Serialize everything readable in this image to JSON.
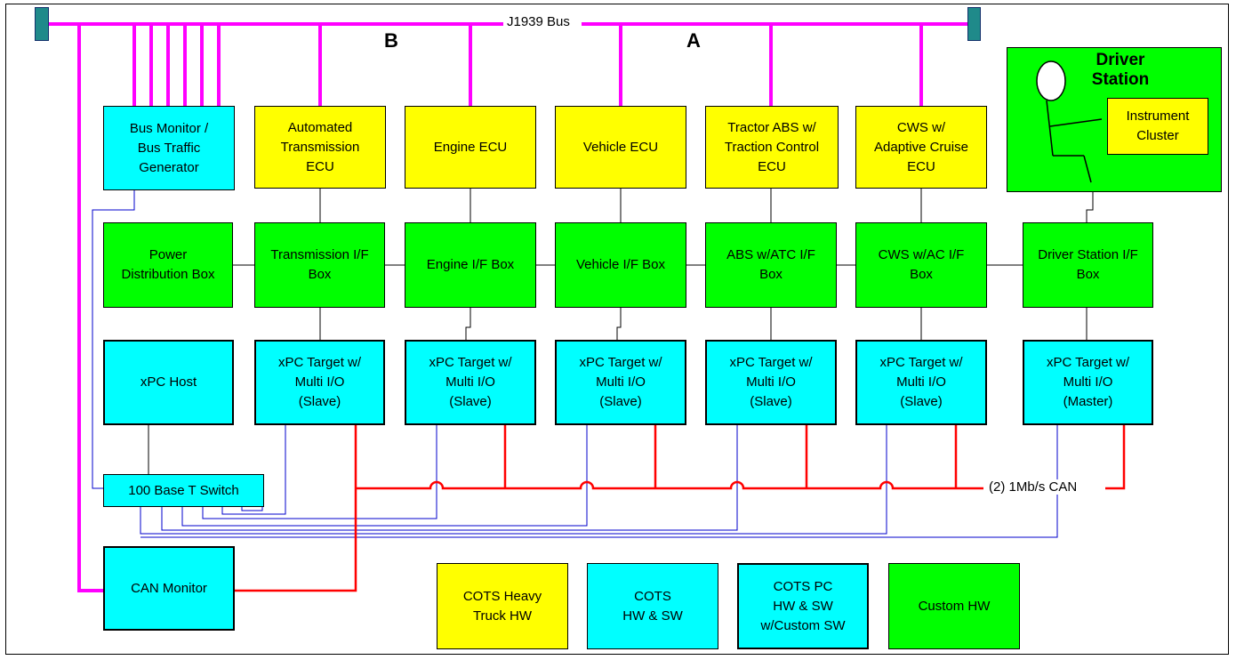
{
  "bus": {
    "label": "J1939 Bus",
    "label_a": "A",
    "label_b": "B"
  },
  "ecus": {
    "bus_monitor": "Bus Monitor /\nBus Traffic\nGenerator",
    "trans_ecu": "Automated\nTransmission\nECU",
    "engine_ecu": "Engine ECU",
    "vehicle_ecu": "Vehicle ECU",
    "abs_ecu": "Tractor ABS w/\nTraction Control\nECU",
    "cws_ecu": "CWS w/\nAdaptive Cruise\nECU"
  },
  "driver_station": {
    "title": "Driver\nStation",
    "instrument": "Instrument\nCluster"
  },
  "if_boxes": {
    "power": "Power\nDistribution Box",
    "trans": "Transmission I/F\nBox",
    "engine": "Engine I/F Box",
    "vehicle": "Vehicle I/F Box",
    "abs": "ABS w/ATC I/F\nBox",
    "cws": "CWS w/AC I/F\nBox",
    "driver": "Driver Station I/F\nBox"
  },
  "pcs": {
    "host": "xPC Host",
    "slave": "xPC Target w/\nMulti I/O\n(Slave)",
    "master": "xPC Target w/\nMulti I/O\n(Master)"
  },
  "switch": "100 Base T Switch",
  "can_monitor": "CAN Monitor",
  "can_label": "(2) 1Mb/s CAN",
  "legend": {
    "cots_truck": "COTS Heavy\nTruck HW",
    "cots_hwsw": "COTS\nHW & SW",
    "cots_pc": "COTS PC\nHW & SW\nw/Custom SW",
    "custom": "Custom HW"
  },
  "colors": {
    "bus": "#ff00ff",
    "can": "#ff0000",
    "ethernet": "#0000cc",
    "cots_truck": "#ffff00",
    "cots": "#00ffff",
    "custom": "#00ff00"
  }
}
